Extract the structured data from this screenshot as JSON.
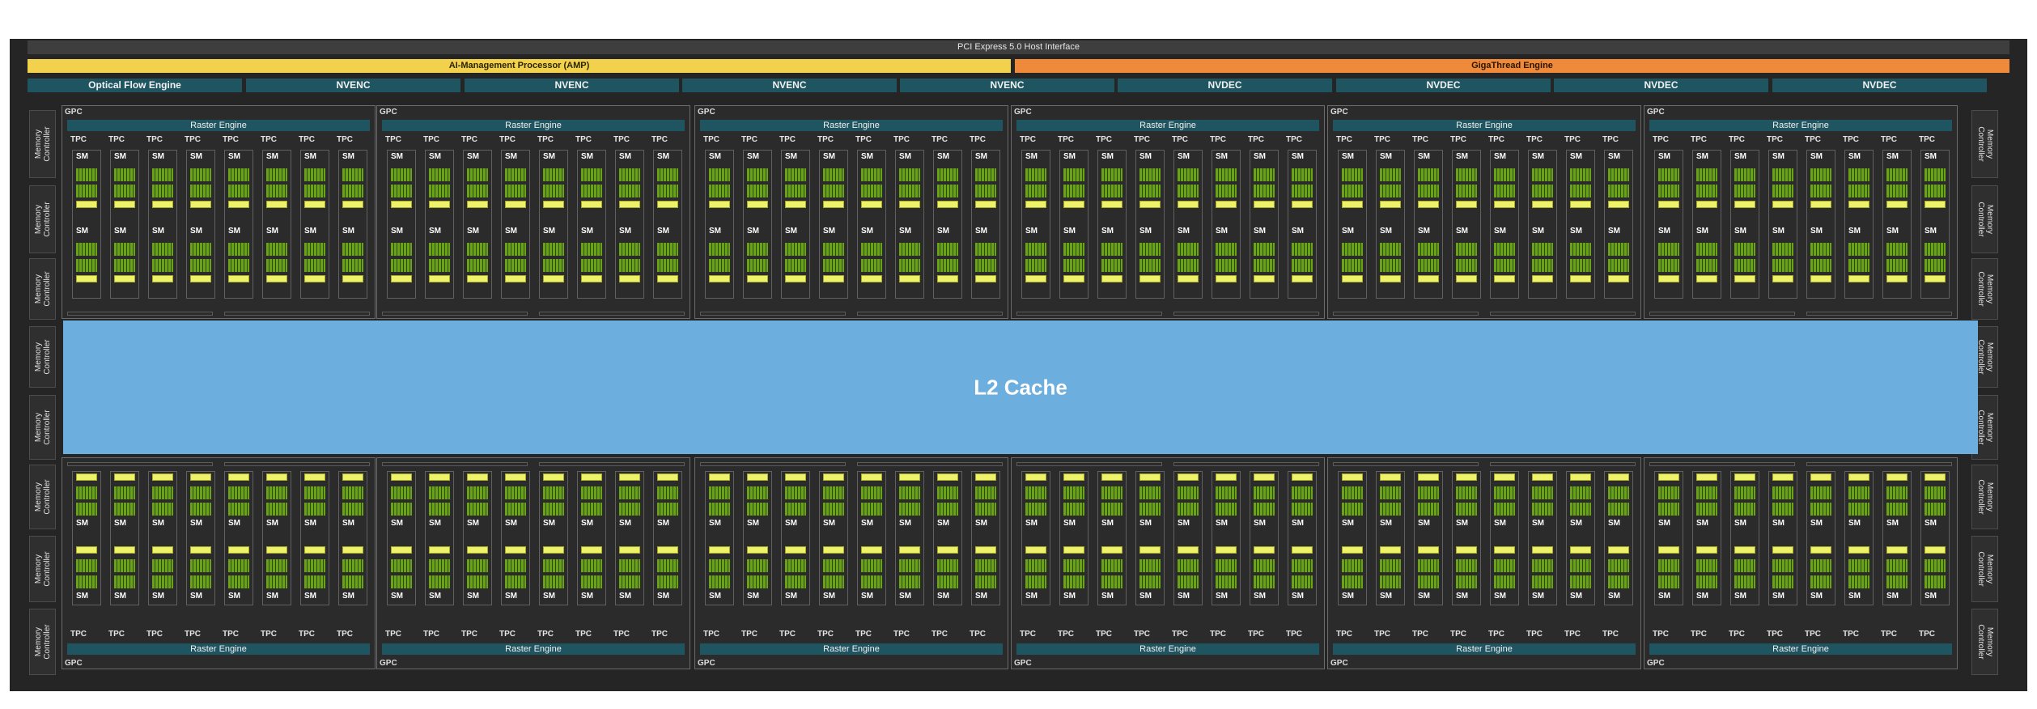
{
  "header": {
    "pcie": "PCI Express 5.0 Host Interface",
    "amp": "AI-Management Processor (AMP)",
    "gigathread": "GigaThread Engine"
  },
  "engines": [
    "Optical Flow Engine",
    "NVENC",
    "NVENC",
    "NVENC",
    "NVENC",
    "NVDEC",
    "NVDEC",
    "NVDEC",
    "NVDEC"
  ],
  "memory_controller_label": "Memory\nController",
  "l2_label": "L2 Cache",
  "gpc": {
    "label": "GPC",
    "raster_label": "Raster Engine",
    "tpc_label": "TPC",
    "sm_label": "SM",
    "top_count": 6,
    "bottom_count": 6,
    "tpcs_per_gpc": 8,
    "sms_per_tpc": 2
  },
  "colors": {
    "background": "#252525",
    "pcie": "#3e3e3e",
    "amp": "#f2d24c",
    "gigathread": "#ef8a3a",
    "engine": "#1e5560",
    "raster": "#1e5560",
    "l2": "#6caede",
    "cuda_cores": "#6aa318",
    "rt_core": "#eef26a"
  }
}
